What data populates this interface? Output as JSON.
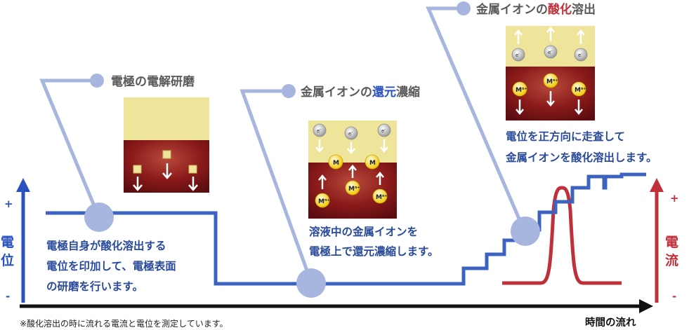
{
  "steps": [
    {
      "title": "電極の電解研磨",
      "description": [
        "電極自身が酸化溶出する",
        "電位を印加して、電極表面",
        "の研磨を行います。"
      ]
    },
    {
      "title_prefix": "金属イオンの",
      "title_highlight": "還元",
      "title_suffix": "濃縮",
      "description": [
        "溶液中の金属イオンを",
        "電極上で還元濃縮します。"
      ]
    },
    {
      "title_prefix": "金属イオンの",
      "title_highlight": "酸化",
      "title_suffix": "溶出",
      "description": [
        "電位を正方向に走査して",
        "金属イオンを酸化溶出します。"
      ]
    }
  ],
  "axes": {
    "potential_label_chars": [
      "電",
      "位"
    ],
    "current_label_chars": [
      "電",
      "流"
    ],
    "plus": "+",
    "minus": "-",
    "time_label": "時間の流れ"
  },
  "footnote": "※酸化溶出の時に流れる電流と電位を測定しています。",
  "particles": {
    "metal": "M",
    "ion_base": "M",
    "ion_sup": "n+",
    "electron_base": "e",
    "electron_sup": "-"
  },
  "colors": {
    "potential_line": "#3d63c0",
    "connector_line": "#a7b6de",
    "current_line": "#c0303a",
    "solution": "#eee59a",
    "electrode": "#8a1a1a",
    "highlight_blue": "#2a52be",
    "highlight_red": "#c0303a"
  }
}
